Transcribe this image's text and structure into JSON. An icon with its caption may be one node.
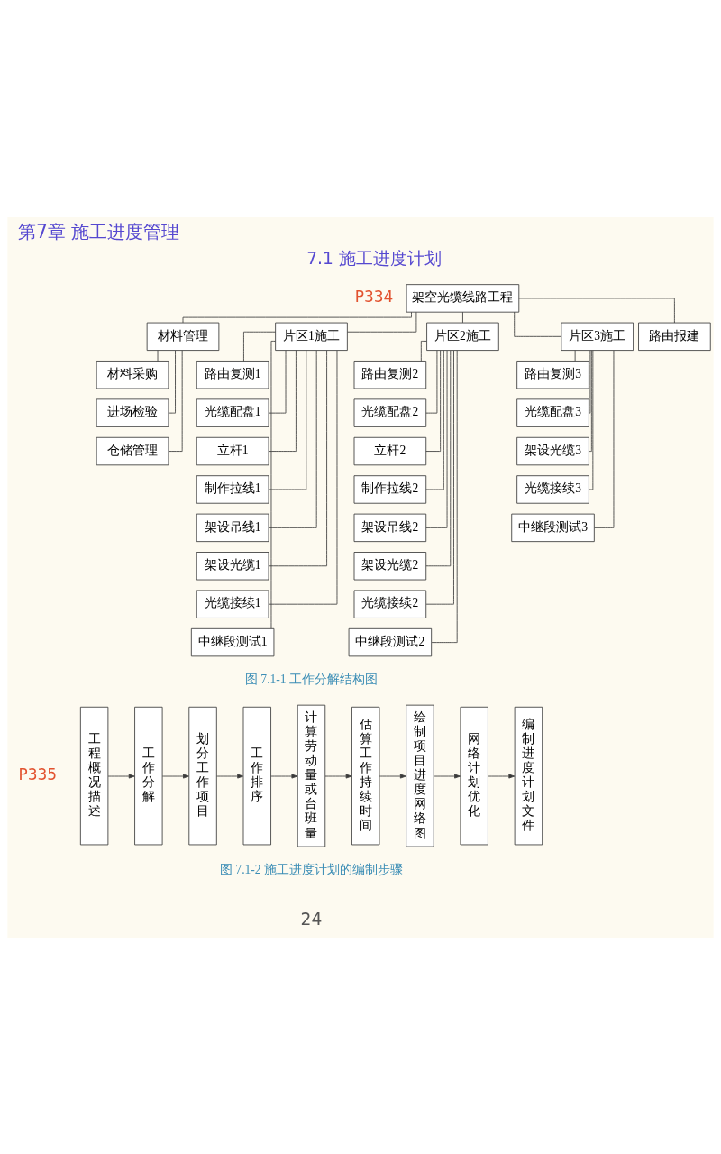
{
  "diagram": {
    "title": "第7章 施工进度管理",
    "nodes": [
      {
        "text": [
          "架空光缆线路工程"
        ]
      },
      {
        "text": [
          "材料管理"
        ]
      },
      {
        "text": [
          "片区1施工"
        ]
      },
      {
        "text": [
          "片区2施工"
        ]
      },
      {
        "text": [
          "片区3施工"
        ]
      },
      {
        "text": [
          "路由报建"
        ]
      },
      {
        "text": [
          "材料采购"
        ]
      },
      {
        "text": [
          "进场检验"
        ]
      },
      {
        "text": [
          "仓储管理"
        ]
      },
      {
        "text": [
          "路由复测1"
        ]
      },
      {
        "text": [
          "光缆配盘1"
        ]
      },
      {
        "text": [
          "立杆1"
        ]
      },
      {
        "text": [
          "制作拉线1"
        ]
      },
      {
        "text": [
          "架设吊线1"
        ]
      },
      {
        "text": [
          "架设光缆1"
        ]
      },
      {
        "text": [
          "光缆接续1"
        ]
      },
      {
        "text": [
          "中继段测试1"
        ]
      },
      {
        "text": [
          "路由复测2"
        ]
      },
      {
        "text": [
          "光缆配盘2"
        ]
      },
      {
        "text": [
          "立杆2"
        ]
      },
      {
        "text": [
          "制作拉线2"
        ]
      },
      {
        "text": [
          "架设吊线2"
        ]
      },
      {
        "text": [
          "架设光缆2"
        ]
      },
      {
        "text": [
          "光缆接续2"
        ]
      },
      {
        "text": [
          "中继段测试2"
        ]
      },
      {
        "text": [
          "路由复测3"
        ]
      },
      {
        "text": [
          "光缆配盘3"
        ]
      },
      {
        "text": [
          "架设光缆3"
        ]
      },
      {
        "text": [
          "光缆接续3"
        ]
      },
      {
        "text": [
          "中继段测试3"
        ]
      },
      {
        "text": [
          "工程概况描述"
        ]
      },
      {
        "text": [
          "工作分解"
        ]
      },
      {
        "text": [
          "划分工作项目"
        ]
      },
      {
        "text": [
          "工作排序"
        ]
      },
      {
        "text": [
          "计算劳动量或台班量"
        ]
      },
      {
        "text": [
          "估算工作持续时间"
        ]
      },
      {
        "text": [
          "绘制项目进度网络图"
        ]
      },
      {
        "text": [
          "网络计划优化"
        ]
      },
      {
        "text": [
          "编制进度计划文件"
        ]
      }
    ],
    "edges": [
      {
        "from": 0,
        "to": 1,
        "arrow": "none"
      },
      {
        "from": 0,
        "to": 2,
        "arrow": "none"
      },
      {
        "from": 0,
        "to": 3,
        "arrow": "none"
      },
      {
        "from": 0,
        "to": 4,
        "arrow": "none"
      },
      {
        "from": 0,
        "to": 5,
        "arrow": "none"
      },
      {
        "from": 1,
        "to": 6,
        "arrow": "none"
      },
      {
        "from": 1,
        "to": 7,
        "arrow": "none"
      },
      {
        "from": 1,
        "to": 8,
        "arrow": "none"
      },
      {
        "from": 2,
        "to": 9,
        "arrow": "none"
      },
      {
        "from": 2,
        "to": 10,
        "arrow": "none"
      },
      {
        "from": 2,
        "to": 11,
        "arrow": "none"
      },
      {
        "from": 2,
        "to": 12,
        "arrow": "none"
      },
      {
        "from": 2,
        "to": 13,
        "arrow": "none"
      },
      {
        "from": 2,
        "to": 14,
        "arrow": "none"
      },
      {
        "from": 2,
        "to": 15,
        "arrow": "none"
      },
      {
        "from": 2,
        "to": 16,
        "arrow": "none"
      },
      {
        "from": 3,
        "to": 17,
        "arrow": "none"
      },
      {
        "from": 3,
        "to": 18,
        "arrow": "none"
      },
      {
        "from": 3,
        "to": 19,
        "arrow": "none"
      },
      {
        "from": 3,
        "to": 20,
        "arrow": "none"
      },
      {
        "from": 3,
        "to": 21,
        "arrow": "none"
      },
      {
        "from": 3,
        "to": 22,
        "arrow": "none"
      },
      {
        "from": 3,
        "to": 23,
        "arrow": "none"
      },
      {
        "from": 3,
        "to": 24,
        "arrow": "none"
      },
      {
        "from": 4,
        "to": 25,
        "arrow": "none"
      },
      {
        "from": 4,
        "to": 26,
        "arrow": "none"
      },
      {
        "from": 4,
        "to": 27,
        "arrow": "none"
      },
      {
        "from": 4,
        "to": 28,
        "arrow": "none"
      },
      {
        "from": 4,
        "to": 29,
        "arrow": "none"
      },
      {
        "from": 30,
        "to": 31,
        "arrow": "to"
      },
      {
        "from": 31,
        "to": 32,
        "arrow": "to"
      },
      {
        "from": 32,
        "to": 33,
        "arrow": "to"
      },
      {
        "from": 33,
        "to": 34,
        "arrow": "to"
      },
      {
        "from": 34,
        "to": 35,
        "arrow": "to"
      },
      {
        "from": 35,
        "to": 36,
        "arrow": "to"
      },
      {
        "from": 36,
        "to": 37,
        "arrow": "to"
      },
      {
        "from": 37,
        "to": 38,
        "arrow": "to"
      }
    ],
    "labels": [
      "7.1 施工进度计划",
      "P334",
      "图 7.1-1 工作分解结构图",
      "P335",
      "图 7.1-2 施工进度计划的编制步骤",
      "24"
    ]
  }
}
